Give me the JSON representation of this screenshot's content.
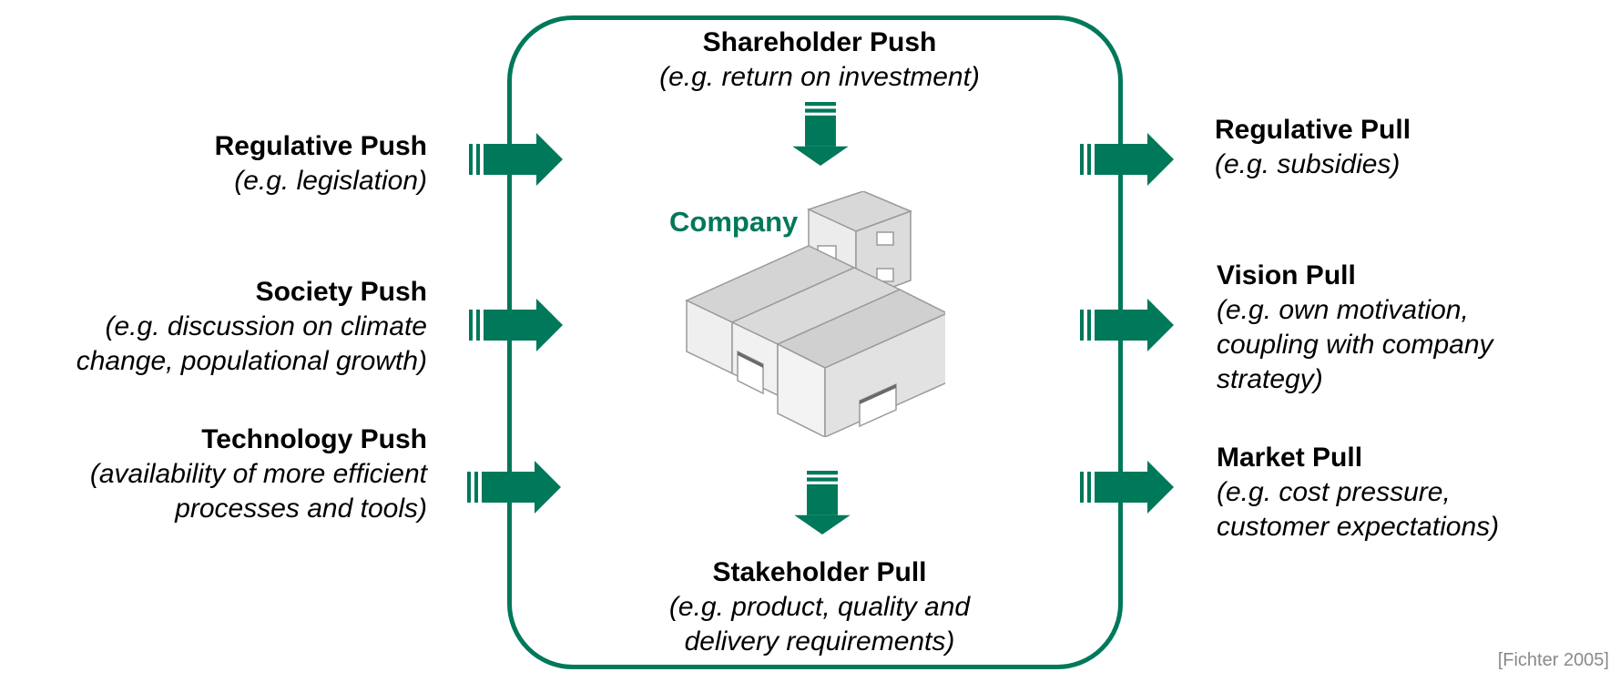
{
  "colors": {
    "accent": "#00785a",
    "text": "#000000",
    "citation": "#8a8a8a"
  },
  "center": {
    "label": "Company"
  },
  "shareholder": {
    "title": "Shareholder Push",
    "desc": "(e.g. return on investment)"
  },
  "stakeholder": {
    "title": "Stakeholder Pull",
    "desc": "(e.g. product, quality and\ndelivery requirements)"
  },
  "left": [
    {
      "title": "Regulative Push",
      "desc": "(e.g. legislation)"
    },
    {
      "title": "Society Push",
      "desc": "(e.g. discussion on climate\nchange, populational growth)"
    },
    {
      "title": "Technology Push",
      "desc": "(availability of more efficient \nprocesses and tools)"
    }
  ],
  "right": [
    {
      "title": "Regulative Pull",
      "desc": "(e.g. subsidies)"
    },
    {
      "title": "Vision Pull",
      "desc": "(e.g. own motivation,\ncoupling with company\nstrategy)"
    },
    {
      "title": "Market Pull",
      "desc": "(e.g. cost pressure,\ncustomer expectations)"
    }
  ],
  "citation": "[Fichter 2005]"
}
